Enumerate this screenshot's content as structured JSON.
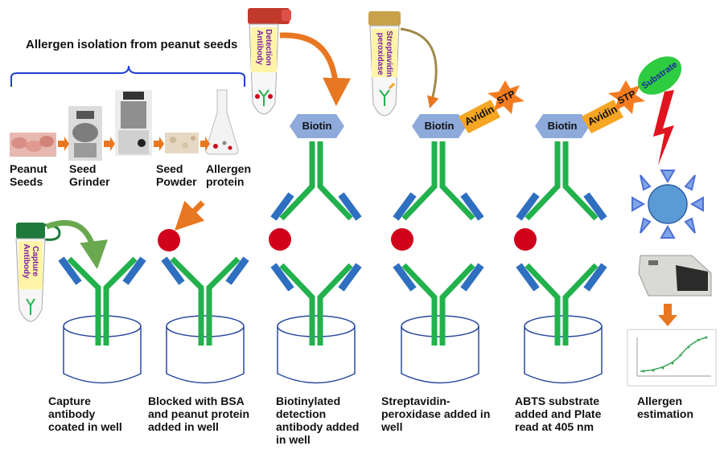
{
  "title": "Allergen isolation from peanut seeds",
  "isolation_steps": [
    {
      "label": "Peanut\nSeeds"
    },
    {
      "label": "Seed\nGrinder"
    },
    {
      "label": ""
    },
    {
      "label": "Seed\nPowder"
    },
    {
      "label": "Allergen\nprotein"
    }
  ],
  "tubes": {
    "capture": "Capture\nAntibody",
    "detection": "Detection\nAntibody",
    "streptavidin": "Streptavidin\nperoxidase"
  },
  "tags": {
    "biotin": "Biotin",
    "avidin": "Avidin",
    "stp": "STP",
    "substrate": "Substrate"
  },
  "stages": [
    {
      "caption": "Capture\nantibody\ncoated in well"
    },
    {
      "caption": "Blocked with BSA\nand peanut protein\nadded in well"
    },
    {
      "caption": "Biotinylated\ndetection\nantibody added\nin well"
    },
    {
      "caption": "Streptavidin-\nperoxidase added in\nwell"
    },
    {
      "caption": "ABTS substrate\nadded and Plate\nread at 405 nm"
    }
  ],
  "final_step": {
    "caption": "Allergen\nestimation"
  },
  "colors": {
    "antibody_green": "#22b14c",
    "antibody_blue": "#2e6fc0",
    "antigen_red": "#d0021b",
    "biotin_fill": "#8eaadb",
    "avidin_fill": "#f5a623",
    "stp_fill": "#f47c20",
    "substrate_fill": "#2ecc40",
    "arrow_orange": "#e87722",
    "arrow_green": "#6aa84f",
    "bracket_blue": "#1f3fd1",
    "sun_fill": "#5b9bd5",
    "sun_ray": "#4f6fd6",
    "lightning_red": "#e0141e"
  }
}
